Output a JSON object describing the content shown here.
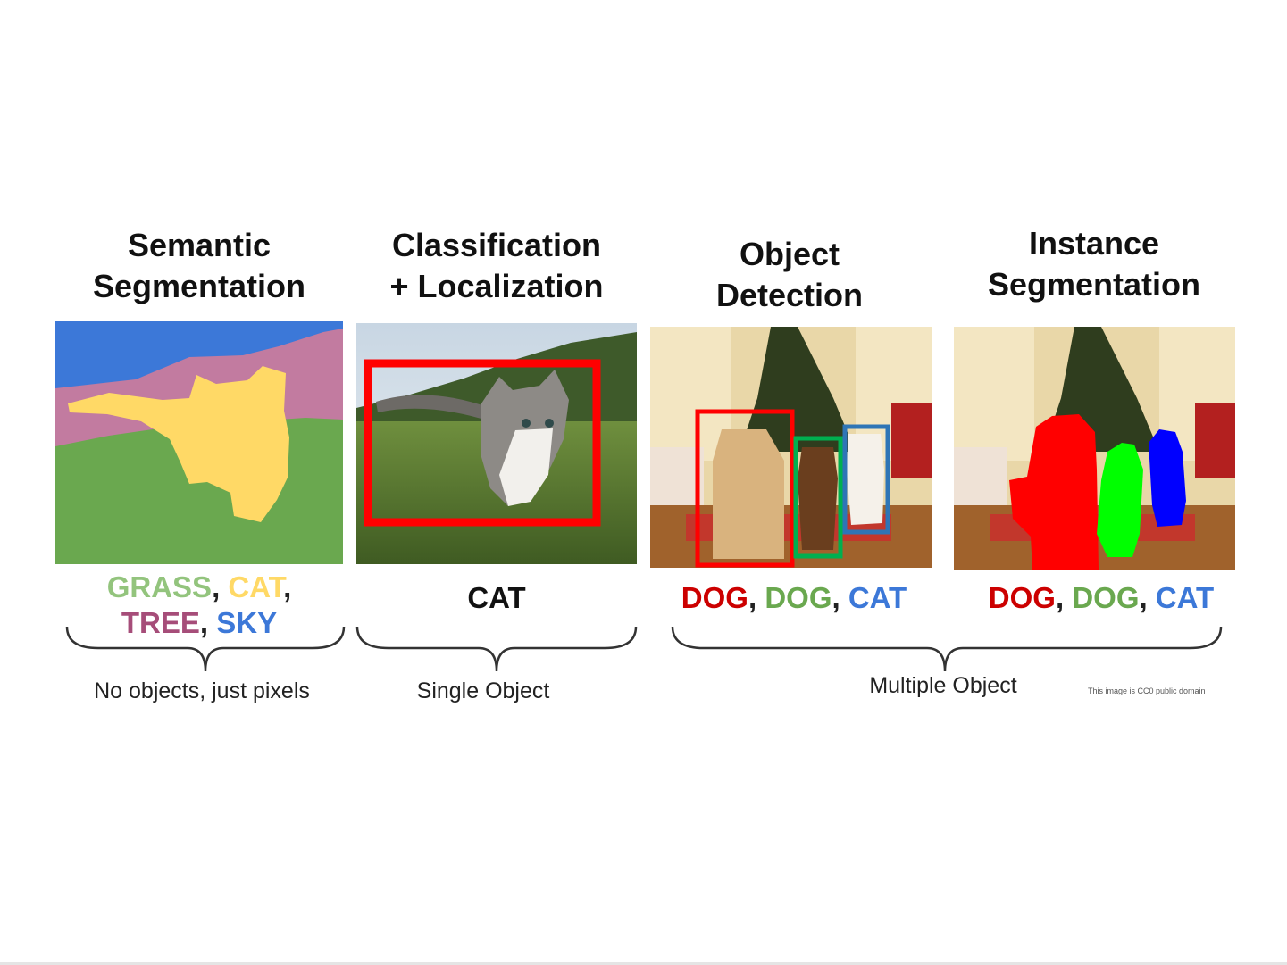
{
  "columns": [
    {
      "title": [
        "Semantic",
        "Segmentation"
      ],
      "labels": [
        {
          "text": "GRASS",
          "color": "#93c47d"
        },
        {
          "text": ", ",
          "color": "#222222"
        },
        {
          "text": "CAT",
          "color": "#ffd966"
        },
        {
          "text": ",",
          "color": "#222222"
        },
        {
          "text": "TREE",
          "color": "#a64d79"
        },
        {
          "text": ", ",
          "color": "#222222"
        },
        {
          "text": "SKY",
          "color": "#3c78d8"
        }
      ]
    },
    {
      "title": [
        "Classification",
        "+ Localization"
      ],
      "labels": [
        {
          "text": "CAT",
          "color": "#111111"
        }
      ]
    },
    {
      "title": [
        "Object",
        "Detection"
      ],
      "labels": [
        {
          "text": "DOG",
          "color": "#cc0000"
        },
        {
          "text": ", ",
          "color": "#222222"
        },
        {
          "text": "DOG",
          "color": "#6aa84f"
        },
        {
          "text": ", ",
          "color": "#222222"
        },
        {
          "text": "CAT",
          "color": "#3c78d8"
        }
      ]
    },
    {
      "title": [
        "Instance",
        "Segmentation"
      ],
      "labels": [
        {
          "text": "DOG",
          "color": "#cc0000"
        },
        {
          "text": ", ",
          "color": "#222222"
        },
        {
          "text": "DOG",
          "color": "#6aa84f"
        },
        {
          "text": ", ",
          "color": "#222222"
        },
        {
          "text": "CAT",
          "color": "#3c78d8"
        }
      ]
    }
  ],
  "groups": {
    "no_objects": "No objects, just pixels",
    "single_object": "Single Object",
    "multiple_object": "Multiple Object"
  },
  "credit": "This image is CC0 public domain",
  "colors": {
    "grass": "#6aa84f",
    "cat": "#ffd966",
    "tree": "#a64d79",
    "sky": "#3c78d8",
    "box_red": "#ff0000",
    "box_green": "#00b050",
    "box_blue": "#2e75b6",
    "mask_red": "#ff0000",
    "mask_green": "#00ff00",
    "mask_blue": "#0000ff"
  }
}
